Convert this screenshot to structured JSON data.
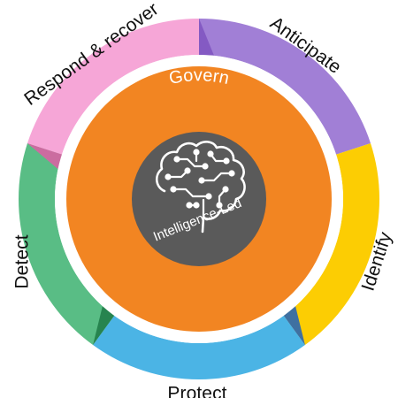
{
  "center": {
    "title": "Intelligence-Led",
    "icon": "brain-circuit-icon",
    "fill_color": "#5a5a5a",
    "icon_color": "#ffffff"
  },
  "core_ring": {
    "label": "Govern",
    "color": "#f28522"
  },
  "segments": [
    {
      "label": "Anticipate",
      "color": "#a17fd6"
    },
    {
      "label": "Identify",
      "color": "#fccd03"
    },
    {
      "label": "Protect",
      "color": "#4bb4e5"
    },
    {
      "label": "Detect",
      "color": "#59bd85"
    },
    {
      "label": "Respond & recover",
      "color": "#f6a6d7"
    }
  ],
  "accent_colors": {
    "anticipate_shadow": "#7f53bf",
    "identify_shadow": "#1d5fbd",
    "detect_shadow": "#1f7a45",
    "respond_shadow": "#df5ea5"
  }
}
